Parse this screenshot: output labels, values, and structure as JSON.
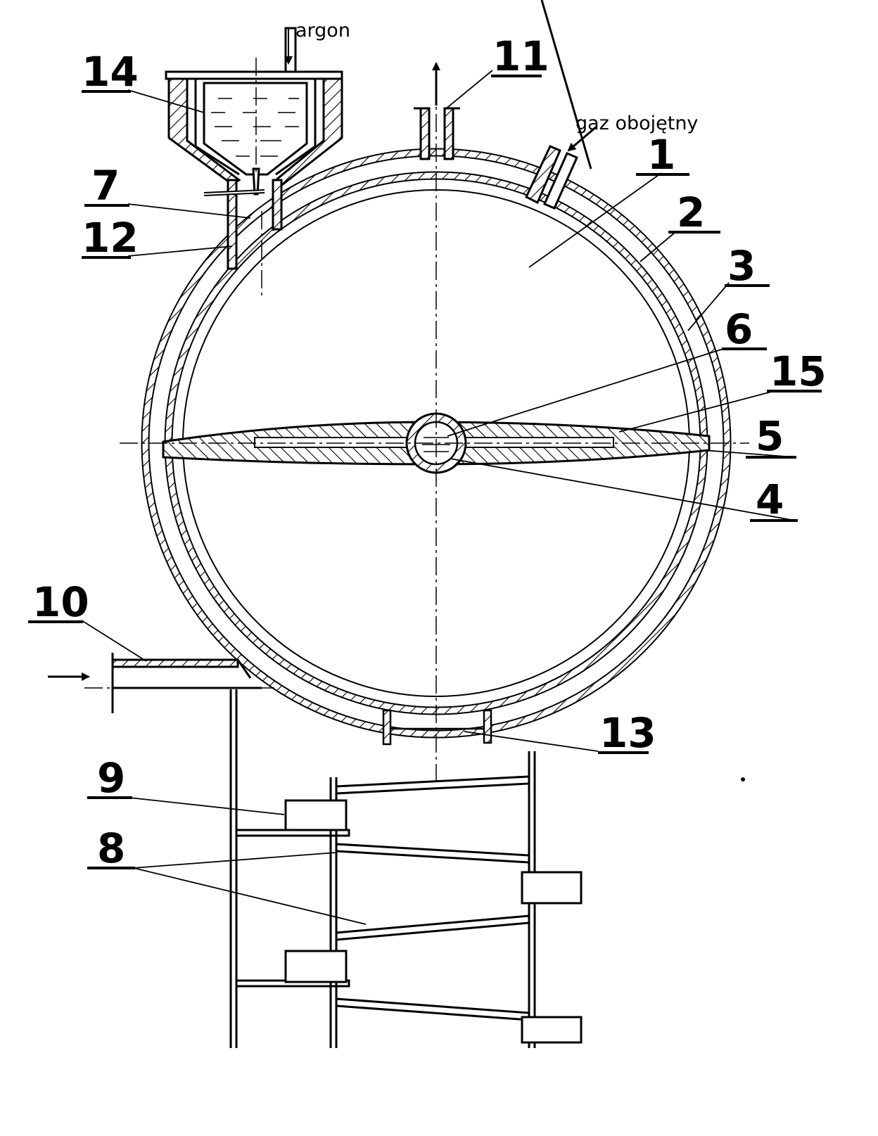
{
  "figure": {
    "callouts": [
      {
        "id": "14",
        "text": "14"
      },
      {
        "id": "7",
        "text": "7"
      },
      {
        "id": "12",
        "text": "12"
      },
      {
        "id": "11",
        "text": "11"
      },
      {
        "id": "1",
        "text": "1"
      },
      {
        "id": "2",
        "text": "2"
      },
      {
        "id": "3",
        "text": "3"
      },
      {
        "id": "6",
        "text": "6"
      },
      {
        "id": "15",
        "text": "15"
      },
      {
        "id": "5",
        "text": "5"
      },
      {
        "id": "4",
        "text": "4"
      },
      {
        "id": "10",
        "text": "10"
      },
      {
        "id": "13",
        "text": "13"
      },
      {
        "id": "9",
        "text": "9"
      },
      {
        "id": "8",
        "text": "8"
      }
    ],
    "annotations": {
      "argon": "argon",
      "inert_gas": "gaz obojętny"
    },
    "colors": {
      "ink": "#000000",
      "paper": "#ffffff"
    }
  }
}
